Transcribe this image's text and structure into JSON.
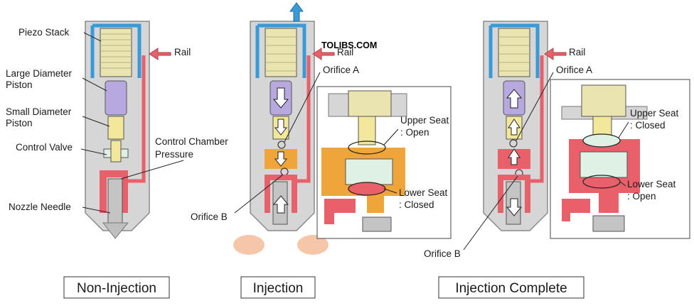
{
  "watermark": "TOLIBS.COM",
  "colors": {
    "body": "#d6d6d6",
    "body_edge": "#8a8a8a",
    "fuel_high": "#e8606a",
    "fuel_return": "#3a9ad8",
    "fuel_mid": "#f0a53a",
    "piezo": "#e9e4b0",
    "large_piston": "#b7a8e0",
    "small_piston": "#f3e79a",
    "valve": "#dff0e4",
    "spray": "#f0a070"
  },
  "panels": [
    {
      "id": "non-injection",
      "caption": "Non-Injection",
      "labels": {
        "piezo_stack": "Piezo Stack",
        "rail": "Rail",
        "large_piston_l1": "Large Diameter",
        "large_piston_l2": "Piston",
        "small_piston_l1": "Small Diameter",
        "small_piston_l2": "Piston",
        "control_valve": "Control Valve",
        "control_chamber_l1": "Control Chamber",
        "control_chamber_l2": "Pressure",
        "nozzle_needle": "Nozzle Needle"
      }
    },
    {
      "id": "injection",
      "caption": "Injection",
      "labels": {
        "rail": "Rail",
        "orifice_a": "Orifice A",
        "orifice_b": "Orifice B",
        "upper_seat_l1": "Upper Seat",
        "upper_seat_l2": ": Open",
        "lower_seat_l1": "Lower Seat",
        "lower_seat_l2": ": Closed"
      }
    },
    {
      "id": "injection-complete",
      "caption": "Injection Complete",
      "labels": {
        "rail": "Rail",
        "orifice_a": "Orifice A",
        "orifice_b": "Orifice B",
        "upper_seat_l1": "Upper Seat",
        "upper_seat_l2": ": Closed",
        "lower_seat_l1": "Lower Seat",
        "lower_seat_l2": ": Open"
      }
    }
  ]
}
